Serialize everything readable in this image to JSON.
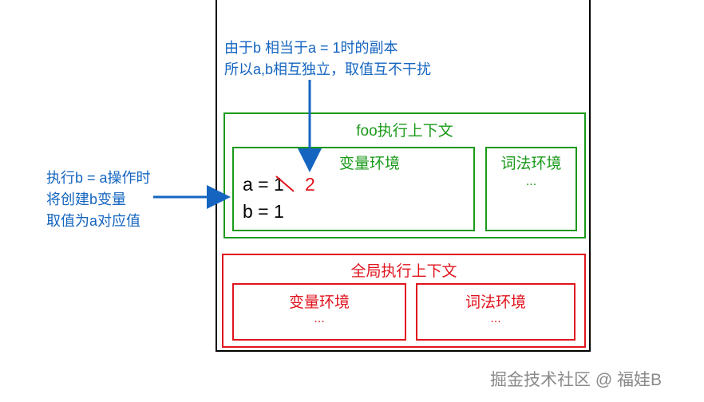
{
  "top_note": {
    "line1": "由于b 相当于a = 1时的副本",
    "line2": "所以a,b相互独立，取值互不干扰"
  },
  "left_note": {
    "line1": "执行b = a操作时",
    "line2": "将创建b变量",
    "line3": "取值为a对应值"
  },
  "foo_context": {
    "title": "foo执行上下文",
    "variable_env": {
      "title": "变量环境",
      "line_a": "a = 1",
      "new_value": "2",
      "line_b": "b = 1"
    },
    "lexical_env": {
      "title": "词法环境",
      "content": "..."
    }
  },
  "global_context": {
    "title": "全局执行上下文",
    "variable_env": {
      "title": "变量环境",
      "content": "..."
    },
    "lexical_env": {
      "title": "词法环境",
      "content": "..."
    }
  },
  "watermark": "掘金技术社区 @ 福娃B",
  "colors": {
    "note": "#1565c0",
    "green": "#1a9a1a",
    "red": "#e0141e"
  }
}
